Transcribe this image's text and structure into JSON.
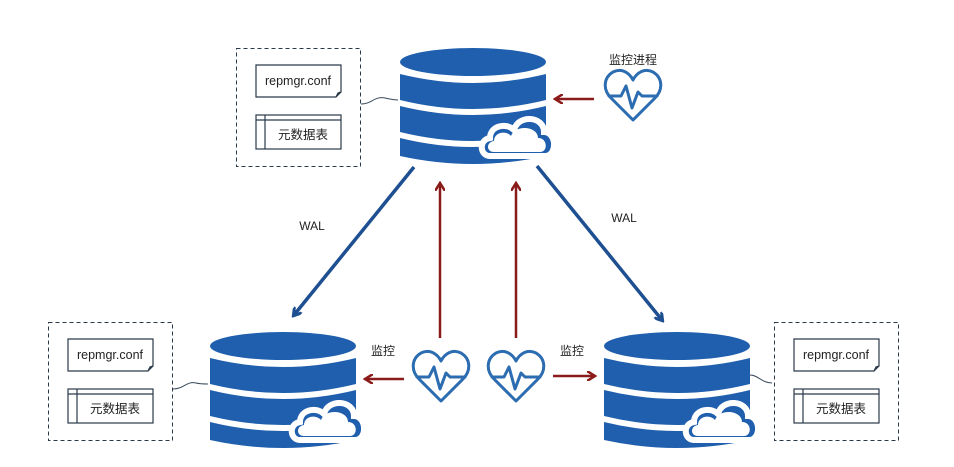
{
  "diagram": {
    "title": "repmgr replication architecture",
    "colors": {
      "db_blue": "#1f5fad",
      "wal_arrow": "#1d4f91",
      "monitor_arrow": "#8b1a1a",
      "heart_stroke": "#2c6cb0",
      "box_border": "#2b3a4a"
    },
    "nodes": [
      {
        "id": "primary",
        "role": "primary database",
        "icon": "database-cloud-icon",
        "config": {
          "file_label": "repmgr.conf",
          "table_label": "元数据表"
        }
      },
      {
        "id": "standby-left",
        "role": "standby database",
        "icon": "database-cloud-icon",
        "config": {
          "file_label": "repmgr.conf",
          "table_label": "元数据表"
        }
      },
      {
        "id": "standby-right",
        "role": "standby database",
        "icon": "database-cloud-icon",
        "config": {
          "file_label": "repmgr.conf",
          "table_label": "元数据表"
        }
      }
    ],
    "monitors": [
      {
        "id": "monitor-primary",
        "label": "监控进程",
        "icon": "heartbeat-icon"
      },
      {
        "id": "monitor-left",
        "label": "监控",
        "icon": "heartbeat-icon"
      },
      {
        "id": "monitor-right",
        "label": "监控",
        "icon": "heartbeat-icon"
      }
    ],
    "edges": [
      {
        "from": "primary",
        "to": "standby-left",
        "label": "WAL",
        "type": "replication"
      },
      {
        "from": "primary",
        "to": "standby-right",
        "label": "WAL",
        "type": "replication"
      },
      {
        "from": "monitor-primary",
        "to": "primary",
        "label": "",
        "type": "monitor"
      },
      {
        "from": "monitor-left",
        "to": "standby-left",
        "label": "",
        "type": "monitor"
      },
      {
        "from": "monitor-right",
        "to": "standby-right",
        "label": "",
        "type": "monitor"
      },
      {
        "from": "monitor-left",
        "to": "primary",
        "label": "",
        "type": "monitor"
      },
      {
        "from": "monitor-right",
        "to": "primary",
        "label": "",
        "type": "monitor"
      }
    ]
  }
}
